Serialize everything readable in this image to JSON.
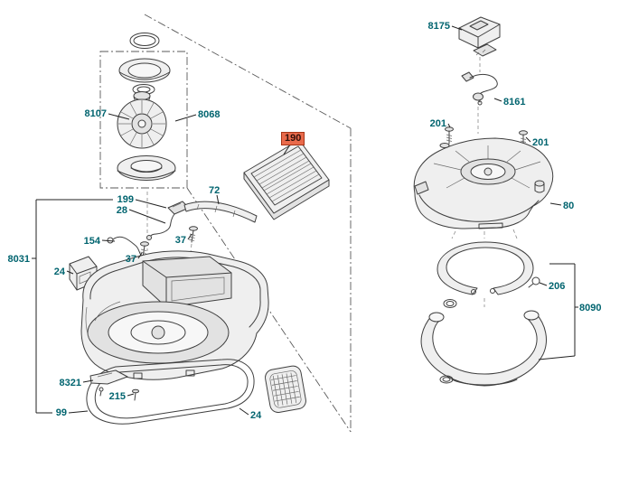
{
  "colors": {
    "background": "#ffffff",
    "label": "#00646f",
    "line_art": "#3f3f3f",
    "highlight_bg": "#e96a4b",
    "highlight_border": "#a63517"
  },
  "highlighted_part": "190",
  "labels": [
    {
      "text": "8107"
    },
    {
      "text": "8068"
    },
    {
      "text": "199"
    },
    {
      "text": "28"
    },
    {
      "text": "72"
    },
    {
      "text": "190"
    },
    {
      "text": "154"
    },
    {
      "text": "37"
    },
    {
      "text": "37"
    },
    {
      "text": "8031"
    },
    {
      "text": "24"
    },
    {
      "text": "8321"
    },
    {
      "text": "215"
    },
    {
      "text": "99"
    },
    {
      "text": "24"
    },
    {
      "text": "8175"
    },
    {
      "text": "8161"
    },
    {
      "text": "201"
    },
    {
      "text": "201"
    },
    {
      "text": "80"
    },
    {
      "text": "206"
    },
    {
      "text": "8090"
    }
  ]
}
